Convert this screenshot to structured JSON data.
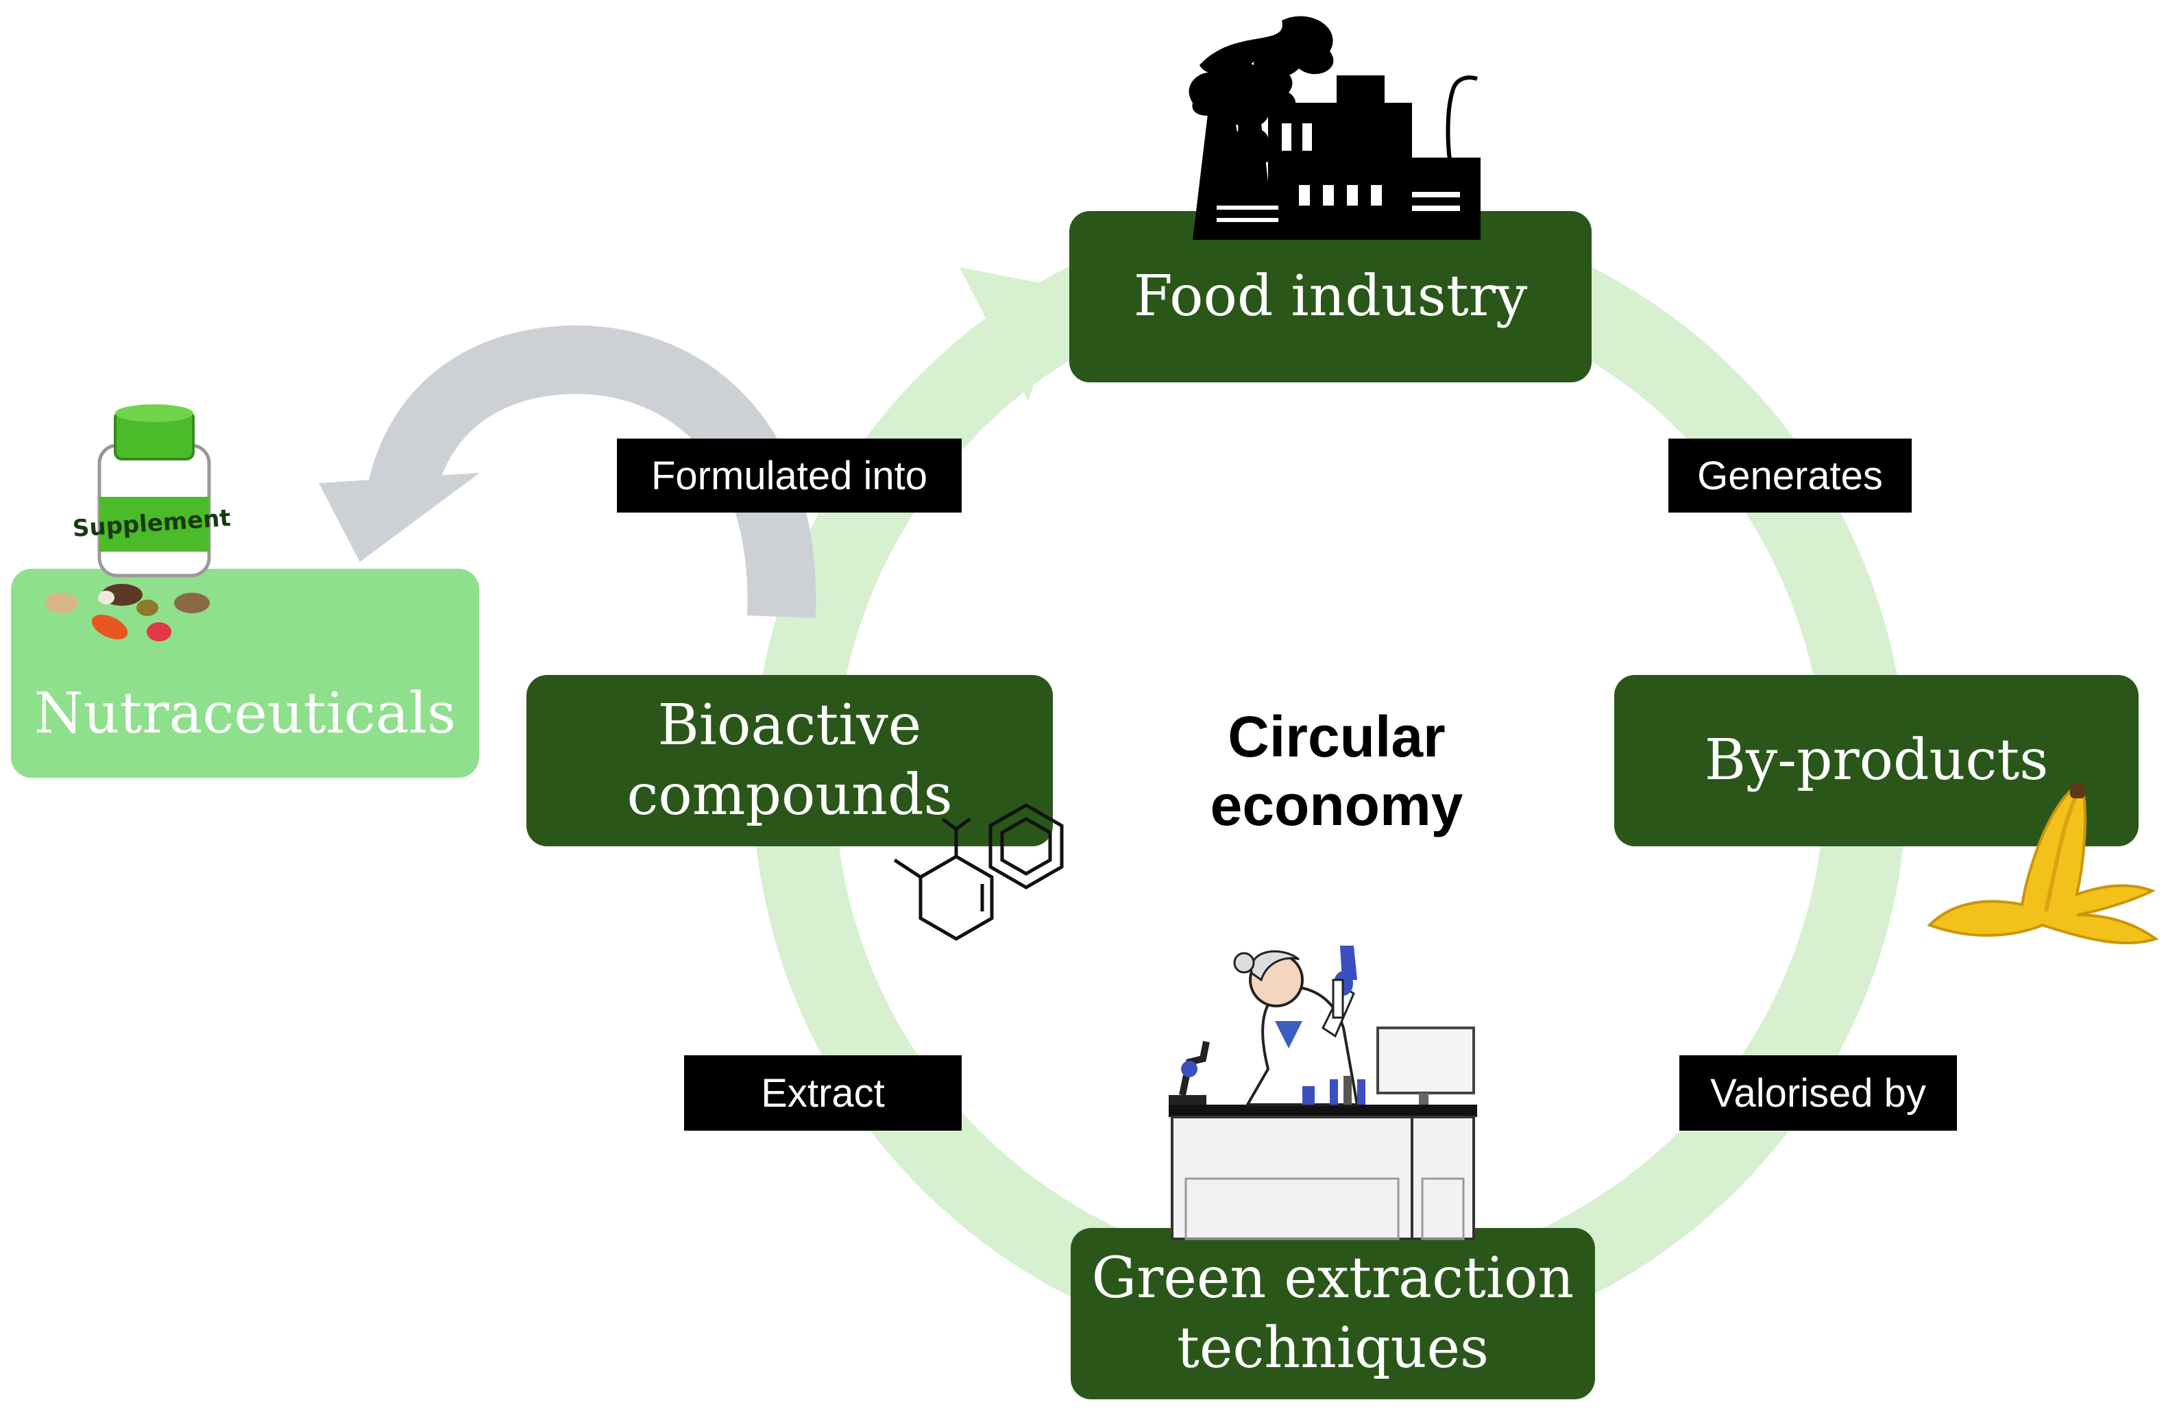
{
  "center": {
    "title": "Circular\neconomy"
  },
  "nodes": {
    "food_industry": "Food industry",
    "by_products": "By-products",
    "green_extraction": "Green extraction\ntechniques",
    "bioactive": "Bioactive\ncompounds",
    "nutraceuticals": "Nutraceuticals"
  },
  "edges": {
    "generates": "Generates",
    "valorised_by": "Valorised by",
    "extract": "Extract",
    "formulated_into": "Formulated into"
  },
  "icons": {
    "factory": "factory-icon",
    "banana": "banana-peel-icon",
    "scientist": "scientist-lab-icon",
    "molecule": "molecule-icon",
    "supplement": "supplement-bottle-icon"
  },
  "supplement_label": "Supplement",
  "colors": {
    "node_dark": "#2a5719",
    "node_light": "#8ee08c",
    "cycle_ring": "#d6f0d0",
    "side_arrow": "#cdd1d6",
    "label_bg": "#000000"
  }
}
